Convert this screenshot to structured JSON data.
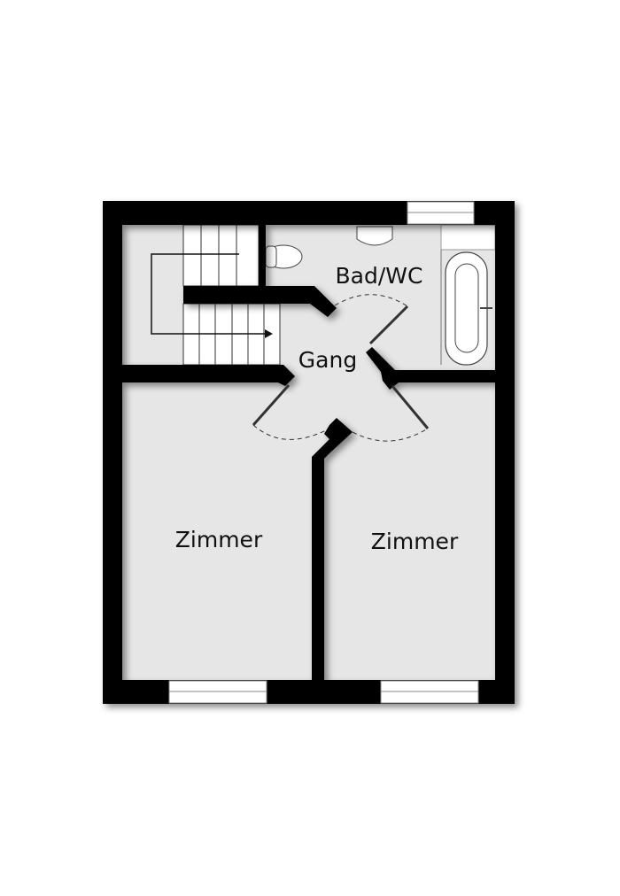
{
  "rooms": {
    "bathroom": "Bad/WC",
    "hallway": "Gang",
    "bedroom_left": "Zimmer",
    "bedroom_right": "Zimmer"
  },
  "colors": {
    "wall": "#000000",
    "floor": "#e6e6e6",
    "background": "#ffffff"
  }
}
